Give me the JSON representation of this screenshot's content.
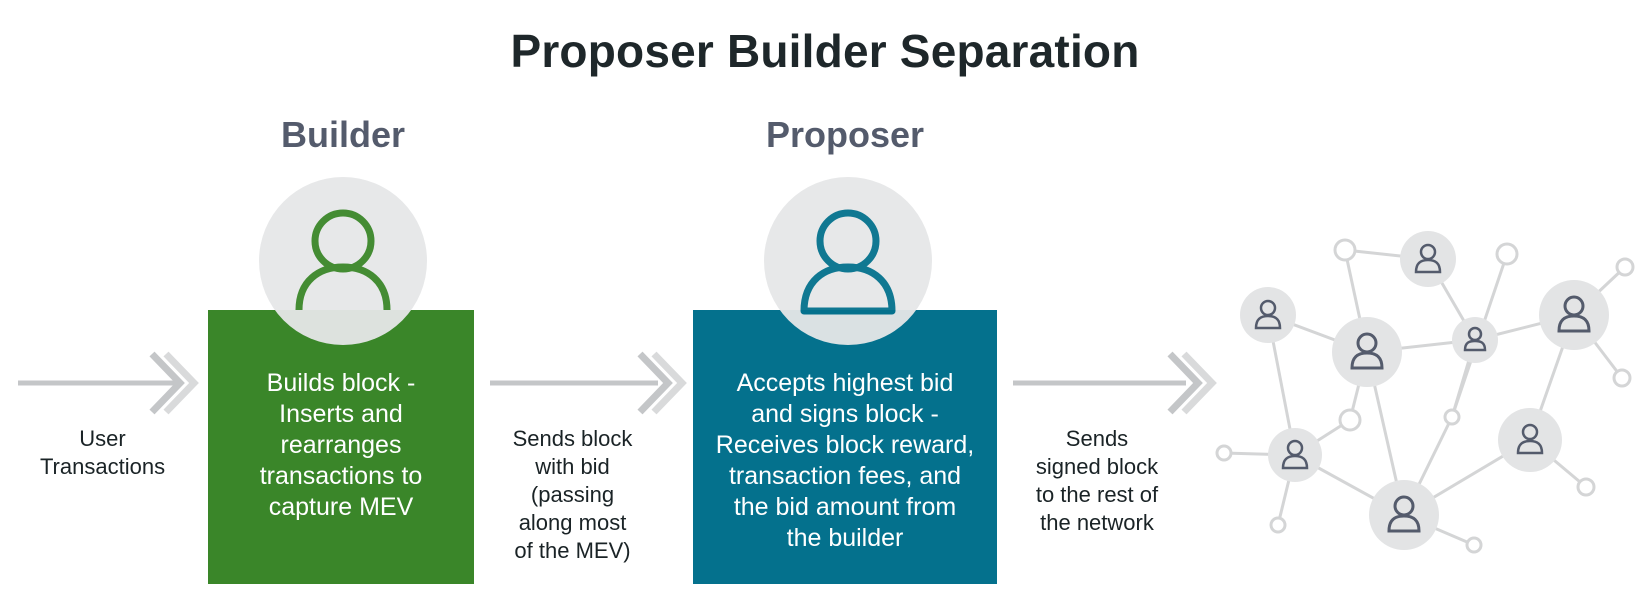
{
  "title": "Proposer Builder Separation",
  "builder": {
    "heading": "Builder",
    "description": [
      "Builds block -",
      "Inserts and",
      "rearranges",
      "transactions to",
      "capture MEV"
    ],
    "color": "#3a8629"
  },
  "proposer": {
    "heading": "Proposer",
    "description": [
      "Accepts highest bid",
      "and signs block -",
      "Receives block reward,",
      "transaction fees, and",
      "the bid amount from",
      "the builder"
    ],
    "color": "#04718d"
  },
  "labels": {
    "user_transactions": [
      "User",
      "Transactions"
    ],
    "sends_block": [
      "Sends block",
      "with bid",
      "(passing",
      "along most",
      "of the MEV)"
    ],
    "sends_signed": [
      "Sends",
      "signed block",
      "to the rest of",
      "the network"
    ]
  },
  "icons": {
    "builder_avatar": "person-icon",
    "proposer_avatar": "person-icon",
    "arrow": "double-chevron-arrow-icon",
    "network": "network-graph-icon"
  },
  "colors": {
    "arrow": "#c4c6c8",
    "network_line": "#d4d5d6",
    "network_node": "#e3e4e5",
    "node_person": "#545b6c"
  }
}
